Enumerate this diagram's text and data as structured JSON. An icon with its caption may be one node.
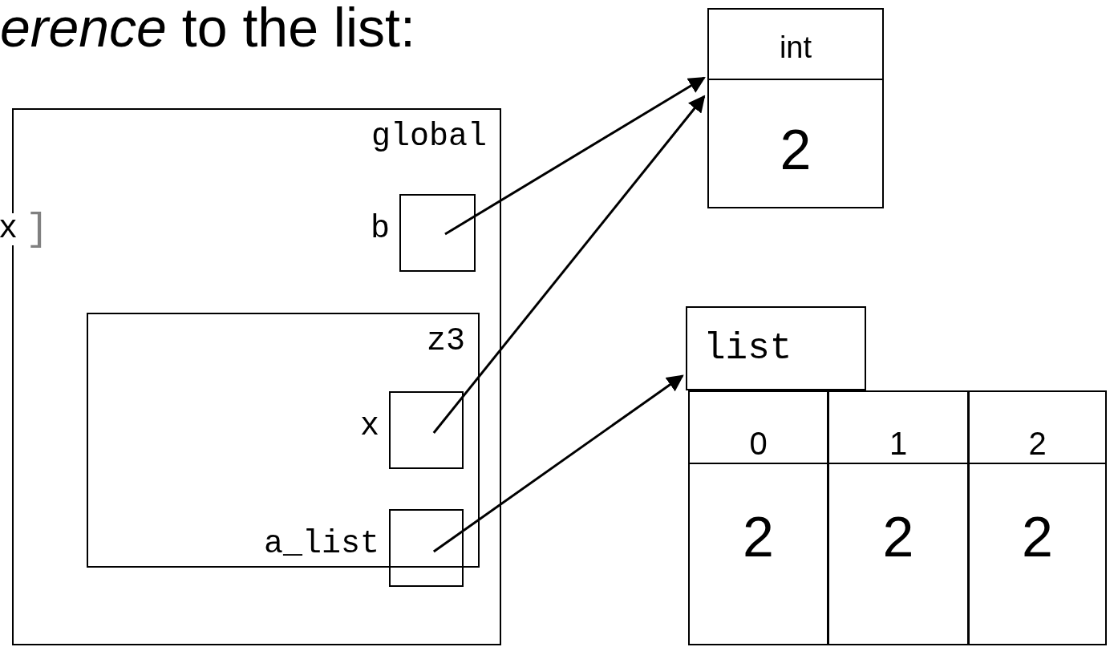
{
  "diagram": {
    "title": "*erence* to the list:",
    "nodes": [
      {
        "text": [
          "global"
        ]
      },
      {
        "text": [],
        "shape": "box",
        "beside": [
          "b"
        ],
        "in": 0
      },
      {
        "text": [
          "z3"
        ],
        "in": 0
      },
      {
        "text": [],
        "shape": "box",
        "beside": [
          "x"
        ],
        "in": 2
      },
      {
        "text": [],
        "shape": "box",
        "beside": [
          "a_list"
        ],
        "in": 0
      },
      {
        "text": [
          "int",
          "2"
        ]
      },
      {
        "text": [
          "list"
        ]
      },
      {
        "text": [
          "0",
          "2"
        ]
      },
      {
        "text": [
          "1",
          "2"
        ]
      },
      {
        "text": [
          "2",
          "2"
        ]
      }
    ],
    "edges": [
      {
        "from": 1,
        "to": 5,
        "arrow": "to"
      },
      {
        "from": 3,
        "to": 5,
        "arrow": "to"
      },
      {
        "from": 4,
        "to": 6,
        "arrow": "to"
      }
    ],
    "labels": [
      "x",
      "]"
    ]
  }
}
